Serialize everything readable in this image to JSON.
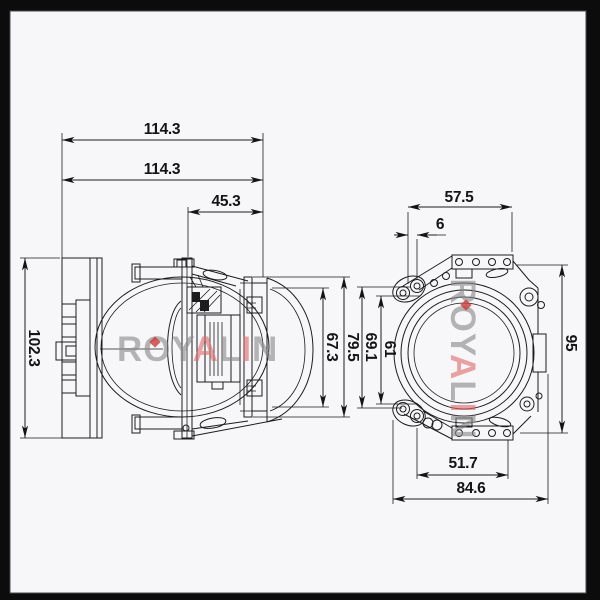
{
  "watermark": {
    "brand": "ROYALIN",
    "seg_roy": "ROY",
    "seg_a": "A",
    "seg_l": "L",
    "seg_i": "I",
    "seg_n": "N",
    "gray": "#8b8b8b",
    "red": "#e06c6c"
  },
  "side_view": {
    "dims": {
      "overall_width_a": "114.3",
      "overall_width_b": "114.3",
      "front_section_length": "45.3",
      "rear_height": "102.3",
      "lens_diameter": "67.3",
      "holder_height": "79.5"
    }
  },
  "front_view": {
    "dims": {
      "top_bolt_span": "57.5",
      "hole_offset": "6",
      "side_height": "95",
      "left_span_outer": "69.1",
      "lens_opening": "61",
      "bottom_bolt_span": "51.7",
      "overall_width": "84.6"
    }
  }
}
